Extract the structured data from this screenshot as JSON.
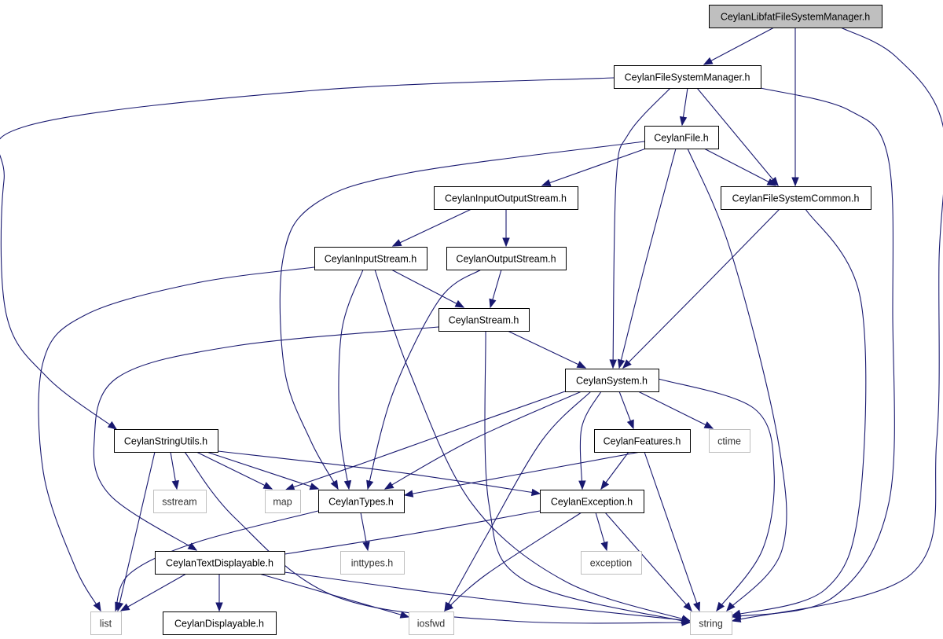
{
  "nodes": [
    {
      "id": "libfat",
      "label": "CeylanLibfatFileSystemManager.h",
      "kind": "root"
    },
    {
      "id": "fsmanager",
      "label": "CeylanFileSystemManager.h",
      "kind": "header"
    },
    {
      "id": "file",
      "label": "CeylanFile.h",
      "kind": "header"
    },
    {
      "id": "iostream",
      "label": "CeylanInputOutputStream.h",
      "kind": "header"
    },
    {
      "id": "fscommon",
      "label": "CeylanFileSystemCommon.h",
      "kind": "header"
    },
    {
      "id": "instream",
      "label": "CeylanInputStream.h",
      "kind": "header"
    },
    {
      "id": "outstream",
      "label": "CeylanOutputStream.h",
      "kind": "header"
    },
    {
      "id": "stream",
      "label": "CeylanStream.h",
      "kind": "header"
    },
    {
      "id": "system",
      "label": "CeylanSystem.h",
      "kind": "header"
    },
    {
      "id": "stringutils",
      "label": "CeylanStringUtils.h",
      "kind": "header"
    },
    {
      "id": "features",
      "label": "CeylanFeatures.h",
      "kind": "header"
    },
    {
      "id": "ctime",
      "label": "ctime",
      "kind": "system"
    },
    {
      "id": "sstream",
      "label": "sstream",
      "kind": "system"
    },
    {
      "id": "map",
      "label": "map",
      "kind": "system"
    },
    {
      "id": "types",
      "label": "CeylanTypes.h",
      "kind": "header"
    },
    {
      "id": "exception",
      "label": "CeylanException.h",
      "kind": "header"
    },
    {
      "id": "textdisplayable",
      "label": "CeylanTextDisplayable.h",
      "kind": "header"
    },
    {
      "id": "inttypes",
      "label": "inttypes.h",
      "kind": "system"
    },
    {
      "id": "exceptionstd",
      "label": "exception",
      "kind": "system"
    },
    {
      "id": "list",
      "label": "list",
      "kind": "system"
    },
    {
      "id": "displayable",
      "label": "CeylanDisplayable.h",
      "kind": "header"
    },
    {
      "id": "iosfwd",
      "label": "iosfwd",
      "kind": "system"
    },
    {
      "id": "string",
      "label": "string",
      "kind": "system"
    }
  ],
  "edges": [
    {
      "from": "libfat",
      "to": "fsmanager"
    },
    {
      "from": "libfat",
      "to": "fscommon"
    },
    {
      "from": "libfat",
      "to": "string"
    },
    {
      "from": "fsmanager",
      "to": "stringutils"
    },
    {
      "from": "fsmanager",
      "to": "file"
    },
    {
      "from": "fsmanager",
      "to": "system"
    },
    {
      "from": "fsmanager",
      "to": "fscommon"
    },
    {
      "from": "fsmanager",
      "to": "string"
    },
    {
      "from": "file",
      "to": "iostream"
    },
    {
      "from": "file",
      "to": "fscommon"
    },
    {
      "from": "file",
      "to": "types"
    },
    {
      "from": "file",
      "to": "system"
    },
    {
      "from": "file",
      "to": "string"
    },
    {
      "from": "iostream",
      "to": "instream"
    },
    {
      "from": "iostream",
      "to": "outstream"
    },
    {
      "from": "fscommon",
      "to": "system"
    },
    {
      "from": "fscommon",
      "to": "string"
    },
    {
      "from": "instream",
      "to": "stream"
    },
    {
      "from": "instream",
      "to": "list"
    },
    {
      "from": "instream",
      "to": "types"
    },
    {
      "from": "instream",
      "to": "string"
    },
    {
      "from": "outstream",
      "to": "stream"
    },
    {
      "from": "outstream",
      "to": "types"
    },
    {
      "from": "stream",
      "to": "system"
    },
    {
      "from": "stream",
      "to": "textdisplayable"
    },
    {
      "from": "stream",
      "to": "string"
    },
    {
      "from": "system",
      "to": "features"
    },
    {
      "from": "system",
      "to": "ctime"
    },
    {
      "from": "system",
      "to": "map"
    },
    {
      "from": "system",
      "to": "types"
    },
    {
      "from": "system",
      "to": "exception"
    },
    {
      "from": "system",
      "to": "iosfwd"
    },
    {
      "from": "system",
      "to": "string"
    },
    {
      "from": "stringutils",
      "to": "sstream"
    },
    {
      "from": "stringutils",
      "to": "map"
    },
    {
      "from": "stringutils",
      "to": "types"
    },
    {
      "from": "stringutils",
      "to": "exception"
    },
    {
      "from": "stringutils",
      "to": "list"
    },
    {
      "from": "stringutils",
      "to": "string"
    },
    {
      "from": "features",
      "to": "types"
    },
    {
      "from": "features",
      "to": "exception"
    },
    {
      "from": "features",
      "to": "string"
    },
    {
      "from": "types",
      "to": "inttypes"
    },
    {
      "from": "types",
      "to": "list"
    },
    {
      "from": "exception",
      "to": "textdisplayable"
    },
    {
      "from": "exception",
      "to": "exceptionstd"
    },
    {
      "from": "exception",
      "to": "iosfwd"
    },
    {
      "from": "exception",
      "to": "string"
    },
    {
      "from": "textdisplayable",
      "to": "displayable"
    },
    {
      "from": "textdisplayable",
      "to": "list"
    },
    {
      "from": "textdisplayable",
      "to": "iosfwd"
    },
    {
      "from": "textdisplayable",
      "to": "string"
    }
  ]
}
